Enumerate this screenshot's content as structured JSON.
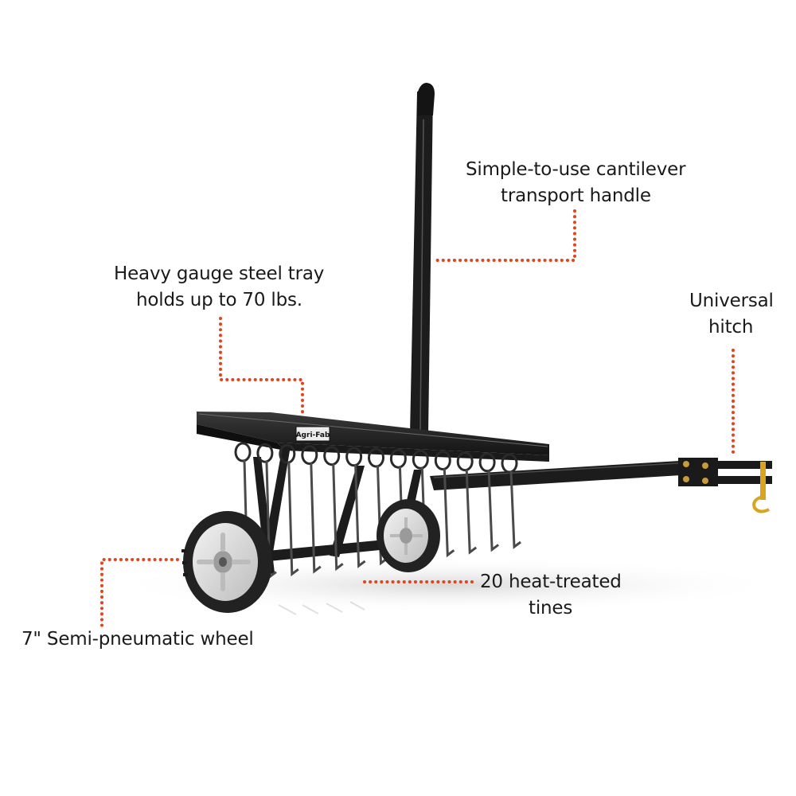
{
  "brand": {
    "logo_text": "Agri-Fab"
  },
  "callouts": {
    "handle": {
      "line1": "Simple-to-use cantilever",
      "line2": "transport handle"
    },
    "tray": {
      "line1": "Heavy gauge steel tray",
      "line2": "holds up to 70 lbs."
    },
    "hitch": {
      "line1": "Universal",
      "line2": "hitch"
    },
    "tines": {
      "line1": "20 heat-treated",
      "line2": "tines"
    },
    "wheel": {
      "line1": "7\" Semi-pneumatic wheel"
    }
  },
  "colors": {
    "leader_line": "#e0461e",
    "frame": "#1c1c1c",
    "tine": "#4a4a4a",
    "wheel_hub": "#dcdcdc",
    "tire": "#222222",
    "hitch_pin": "#d9a520"
  }
}
